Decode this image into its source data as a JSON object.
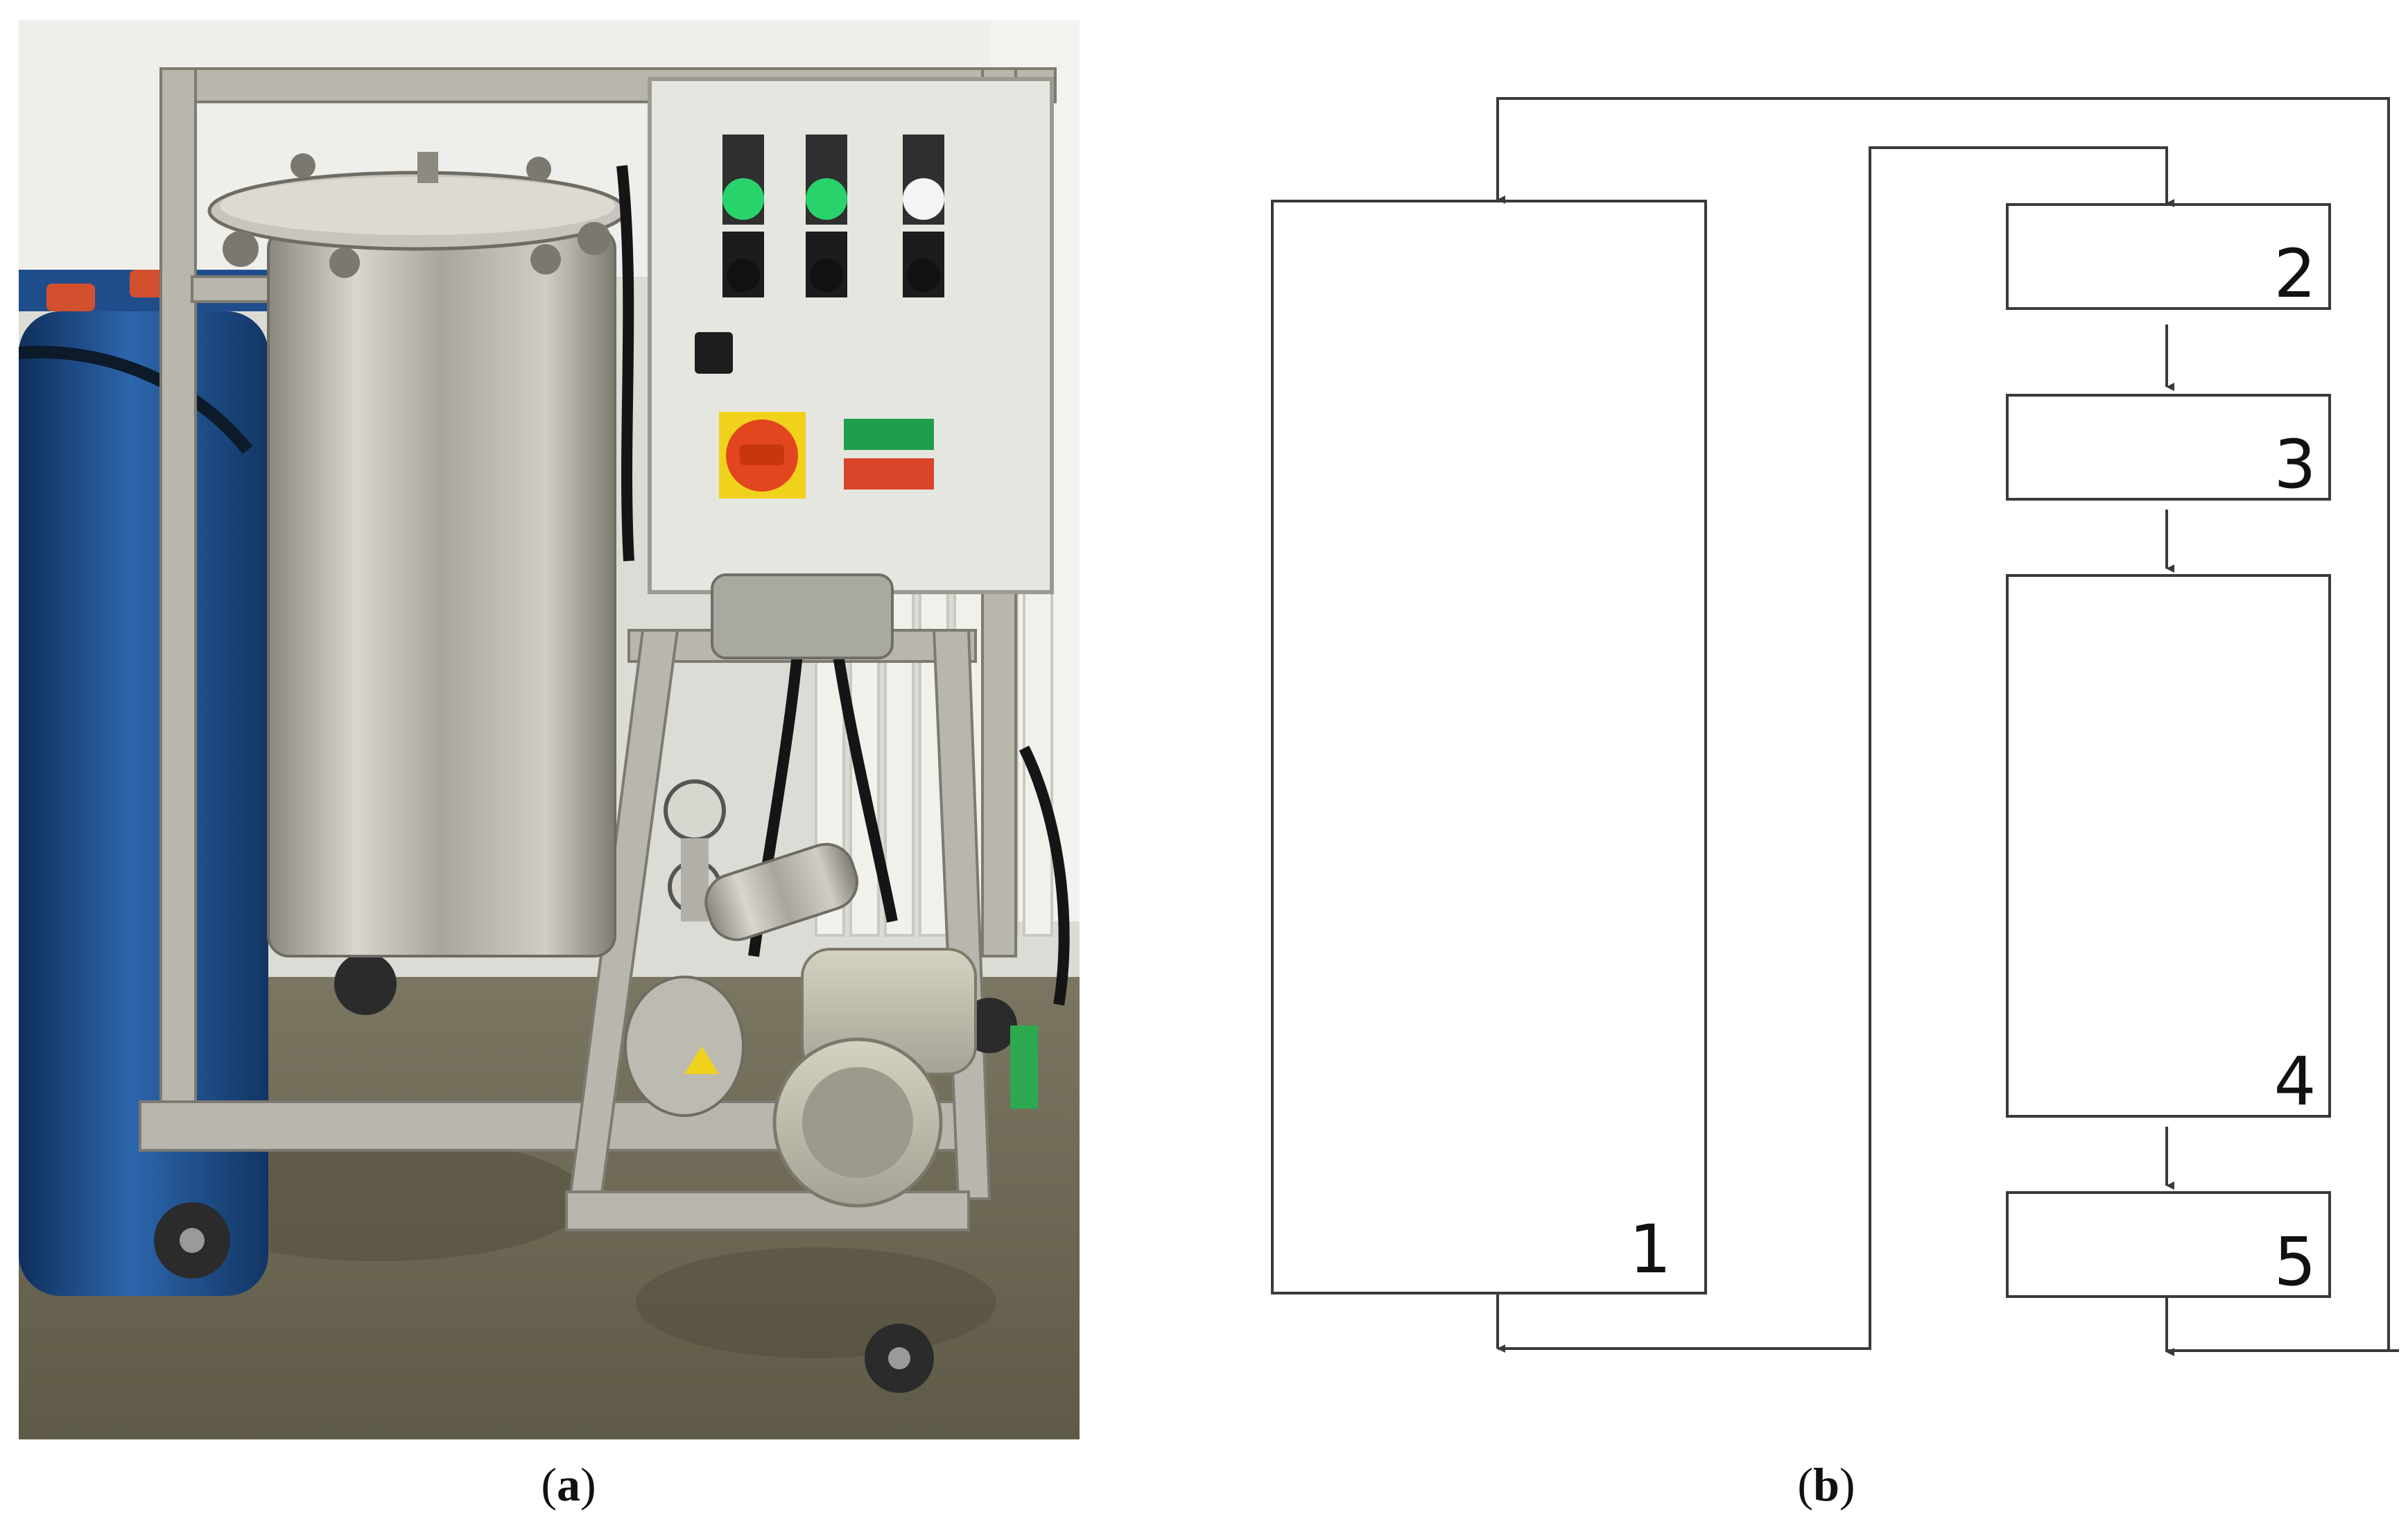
{
  "captions": {
    "a": {
      "open": "(",
      "letter": "a",
      "close": ")"
    },
    "b": {
      "open": "(",
      "letter": "b",
      "close": ")"
    }
  },
  "diagram": {
    "boxes": [
      {
        "id": "box-1",
        "label": "1"
      },
      {
        "id": "box-2",
        "label": "2"
      },
      {
        "id": "box-3",
        "label": "3"
      },
      {
        "id": "box-4",
        "label": "4"
      },
      {
        "id": "box-5",
        "label": "5"
      }
    ]
  },
  "colors": {
    "line": "#3a3a3a",
    "steel": "#b9b6ad",
    "cabinet": "#e6e6e0",
    "barrel": "#1d4f8f",
    "floor": "#6e6a58",
    "indicator_green": "#27d36a",
    "switch_red": "#e2461e",
    "switch_yellow": "#f0d21c"
  }
}
